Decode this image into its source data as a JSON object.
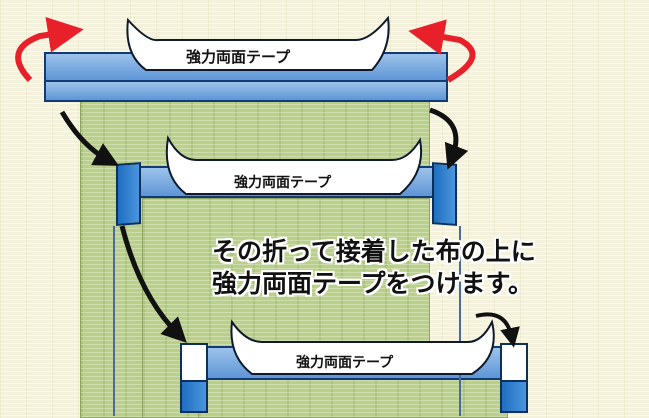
{
  "tape_label": "強力両面テープ",
  "caption": {
    "line1": "その折って接着した布の上に",
    "line2": "強力両面テープをつけます。"
  },
  "colors": {
    "mat_green": "#b9cf8a",
    "tatami_background": "#f4f2dc",
    "bar_blue": "#6a9edb",
    "cap_blue": "#2f7fcf",
    "outline": "#123a73",
    "red_arrow": "#e8202a",
    "black_arrow": "#111111"
  }
}
